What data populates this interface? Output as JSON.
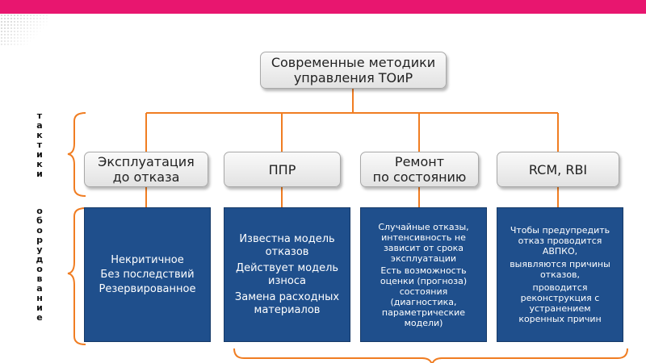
{
  "colors": {
    "accent": "#e8166f",
    "connector": "#f07d22",
    "blue_box": "#1f4f8c"
  },
  "root": {
    "label": "Современные методики\nуправления ТОиР"
  },
  "tactics_label": "тактики",
  "equipment_label": "оборудование",
  "tactics": [
    {
      "label": "Эксплуатация\nдо отказа"
    },
    {
      "label": "ППР"
    },
    {
      "label": "Ремонт\nпо состоянию"
    },
    {
      "label": "RCM, RBI"
    }
  ],
  "equipment": [
    {
      "lines": [
        "Некритичное",
        "Без последствий",
        "Резервированное"
      ]
    },
    {
      "lines": [
        "Известна модель\nотказов",
        "Действует модель\nизноса",
        "Замена расходных\nматериалов"
      ]
    },
    {
      "lines": [
        "Случайные отказы,\nинтенсивность не\nзависит от срока\nэксплуатации",
        "Есть возможность\nоценки (прогноза)\nсостояния\n(диагностика,\nпараметрические\nмодели)"
      ]
    },
    {
      "lines": [
        "Чтобы предупредить\nотказ проводится\nАВПКО,",
        "выявляются причины\nотказов,",
        "проводится\nреконструкция с\nустранением\nкоренных причин"
      ]
    }
  ]
}
